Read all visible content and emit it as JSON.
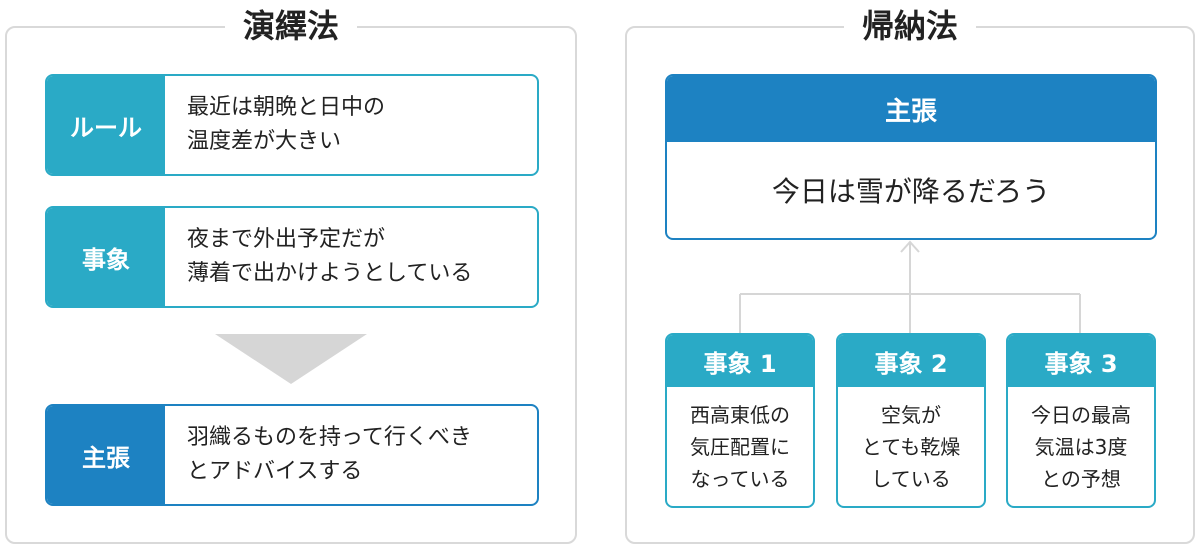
{
  "deduction": {
    "title": "演繹法",
    "rule": {
      "label": "ルール",
      "text": "最近は朝晩と日中の\n温度差が大きい"
    },
    "fact": {
      "label": "事象",
      "text": "夜まで外出予定だが\n薄着で出かけようとしている"
    },
    "claim": {
      "label": "主張",
      "text": "羽織るものを持って行くべき\nとアドバイスする"
    }
  },
  "induction": {
    "title": "帰納法",
    "claim": {
      "label": "主張",
      "text": "今日は雪が降るだろう"
    },
    "facts": [
      {
        "label": "事象 1",
        "text": "西高東低の\n気圧配置に\nなっている"
      },
      {
        "label": "事象 2",
        "text": "空気が\nとても乾燥\nしている"
      },
      {
        "label": "事象 3",
        "text": "今日の最高\n気温は3度\nとの予想"
      }
    ]
  },
  "colors": {
    "teal": "#2aaac6",
    "blue": "#1d82c2",
    "panel_border": "#d9d9d9",
    "arrow_gray": "#d6d6d6"
  }
}
